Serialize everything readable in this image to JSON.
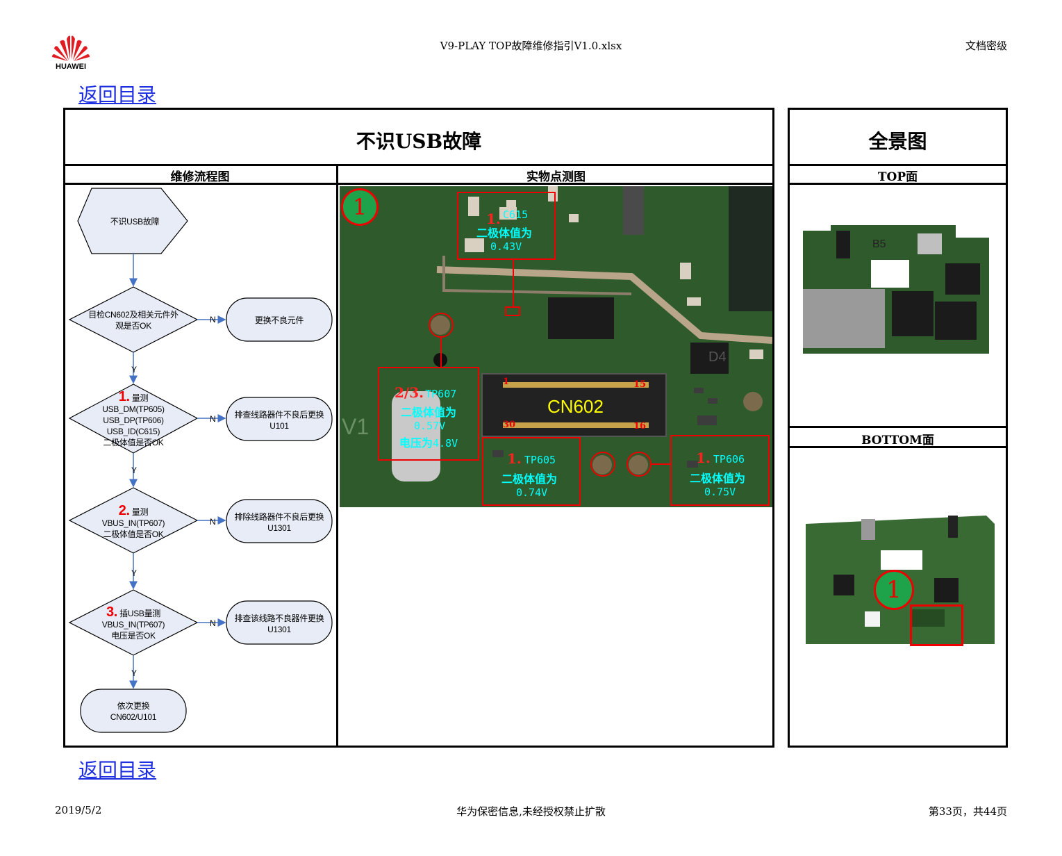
{
  "header": {
    "brand": "HUAWEI",
    "file_title": "V9-PLAY TOP故障维修指引V1.0.xlsx",
    "classification": "文档密级"
  },
  "nav": {
    "back_link": "返回目录"
  },
  "main": {
    "title": "不识USB故障",
    "flow_header": "维修流程图",
    "photo_header": "实物点测图"
  },
  "side": {
    "title": "全景图",
    "top_header": "TOP面",
    "bottom_header": "BOTTOM面",
    "marker": "1"
  },
  "flowchart": {
    "start": "不识USB故障",
    "d1_line1": "目检CN602及相关元件外",
    "d1_line2": "观是否OK",
    "r1": "更换不良元件",
    "d2_num": "1.",
    "d2_line1": "量测",
    "d2_line2": "USB_DM(TP605)",
    "d2_line3": "USB_DP(TP606)",
    "d2_line4": "USB_ID(C615)",
    "d2_line5": "二极体值是否OK",
    "r2_line1": "排查线路器件不良后更换",
    "r2_line2": "U101",
    "d3_num": "2.",
    "d3_line1": "量测",
    "d3_line2": "VBUS_IN(TP607)",
    "d3_line3": "二极体值是否OK",
    "r3_line1": "排除线路器件不良后更换",
    "r3_line2": "U1301",
    "d4_num": "3.",
    "d4_line1": "插USB量测",
    "d4_line2": "VBUS_IN(TP607)",
    "d4_line3": "电压是否OK",
    "r4_line1": "排查该线路不良器件更换",
    "r4_line2": "U1301",
    "end_line1": "依次更换",
    "end_line2": "CN602/U101",
    "yes": "Y",
    "no": "N"
  },
  "photo": {
    "marker": "1",
    "connector": "CN602",
    "pin1": "1",
    "pin15": "15",
    "pin16": "16",
    "pin30": "30",
    "c615_num": "1.",
    "c615_name": "C615",
    "c615_desc": "二极体值为",
    "c615_value": "0.43V",
    "tp607_num": "2/3.",
    "tp607_name": "TP607",
    "tp607_desc": "二极体值为",
    "tp607_value": "0.57V",
    "tp607_volt_label": "电压为",
    "tp607_volt": "4.8V",
    "tp605_num": "1.",
    "tp605_name": "TP605",
    "tp605_desc": "二极体值为",
    "tp605_value": "0.74V",
    "tp606_num": "1.",
    "tp606_name": "TP606",
    "tp606_desc": "二极体值为",
    "tp606_value": "0.75V",
    "silk_d4": "D4",
    "silk_v1": "V1"
  },
  "footer": {
    "date": "2019/5/2",
    "notice": "华为保密信息,未经授权禁止扩散",
    "page": "第33页，共44页"
  },
  "colors": {
    "pcb": "#2f5a2b",
    "annotation_red": "#e00000",
    "annotation_cyan": "#00ffff",
    "flow_fill": "#e8ecf6",
    "link": "#1d2fe0"
  }
}
